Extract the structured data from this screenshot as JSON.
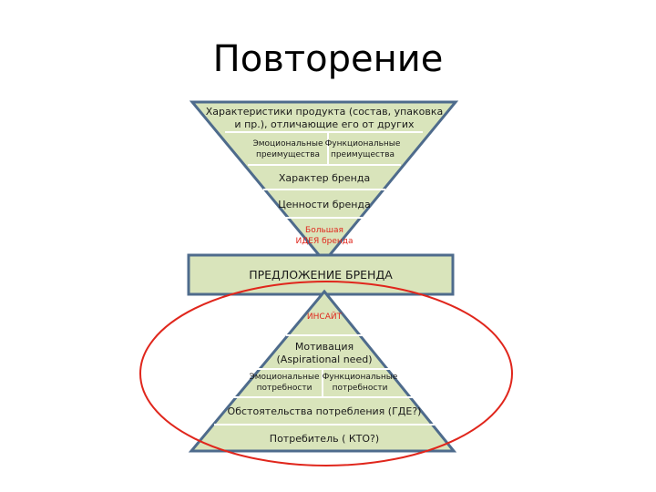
{
  "slide": {
    "title": "Повторение"
  },
  "top_triangle": {
    "product_line1": "Характеристики продукта (состав, упаковка",
    "product_line2": "и пр.), отличающие его от других",
    "emotional_line1": "Эмоциональные",
    "emotional_line2": "преимущества",
    "functional_line1": "Функциональные",
    "functional_line2": "преимущества",
    "character": "Характер бренда",
    "values": "Ценности бренда",
    "big_idea_line1": "Большая",
    "big_idea_line2": "ИДЕЯ бренда"
  },
  "brand_offer": "ПРЕДЛОЖЕНИЕ БРЕНДА",
  "bottom_triangle": {
    "insight": "ИНСАЙТ",
    "motivation_line1": "Мотивация",
    "motivation_line2": "(Aspirational need)",
    "emotional_needs_line1": "Эмоциональные",
    "emotional_needs_line2": "потребности",
    "functional_needs_line1": "Функциональные",
    "functional_needs_line2": "потребности",
    "circumstances": "Обстоятельства потребления (ГДЕ?)",
    "consumer": "Потребитель ( КТО?)"
  },
  "colors": {
    "fill": "#d9e4bb",
    "outline": "#4e6b8c",
    "accent_text": "#e0261c",
    "ellipse": "#e0261c"
  }
}
